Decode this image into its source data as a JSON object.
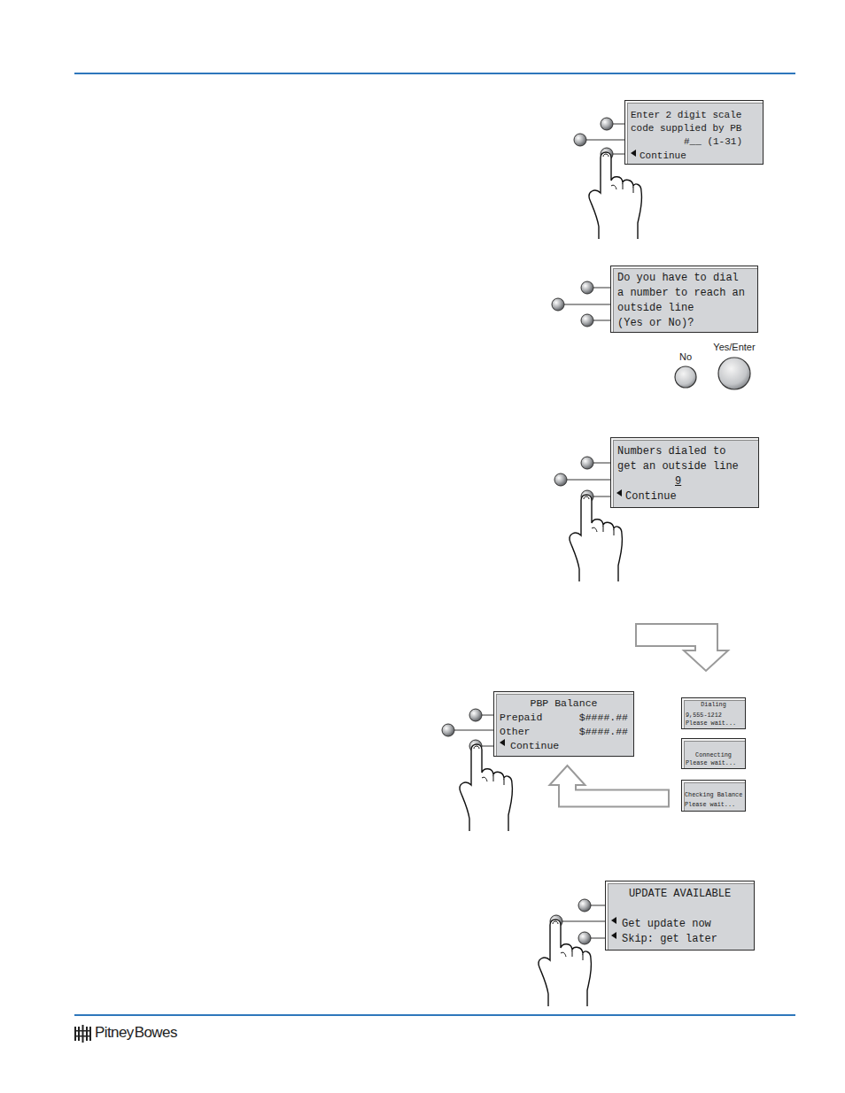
{
  "diagram": {
    "nodes": [
      {
        "text": [
          "Enter 2 digit scale code supplied by PB",
          "#__ (1-31)",
          "Continue"
        ]
      },
      {
        "text": [
          "Do you have to dial a number to reach an outside line",
          "(Yes or No)?"
        ]
      },
      {
        "text": [
          "Numbers dialed to get an outside line",
          "9",
          "Continue"
        ]
      },
      {
        "text": [
          "PBP Balance",
          "Prepaid",
          "$####.##",
          "Other",
          "$####.##",
          "Continue"
        ]
      },
      {
        "text": [
          "Dialing",
          "9,555-1212",
          "Please wait..."
        ]
      },
      {
        "text": [
          "Connecting",
          "Please wait..."
        ]
      },
      {
        "text": [
          "Checking Balance",
          "Please wait..."
        ]
      },
      {
        "text": [
          "UPDATE AVAILABLE",
          "Get update now",
          "Skip: get later"
        ]
      }
    ],
    "edges": [
      {
        "from": 6,
        "to": 3,
        "arrow": "to"
      }
    ],
    "labels": [
      "No",
      "Yes/Enter",
      "Pitney Bowes"
    ]
  }
}
